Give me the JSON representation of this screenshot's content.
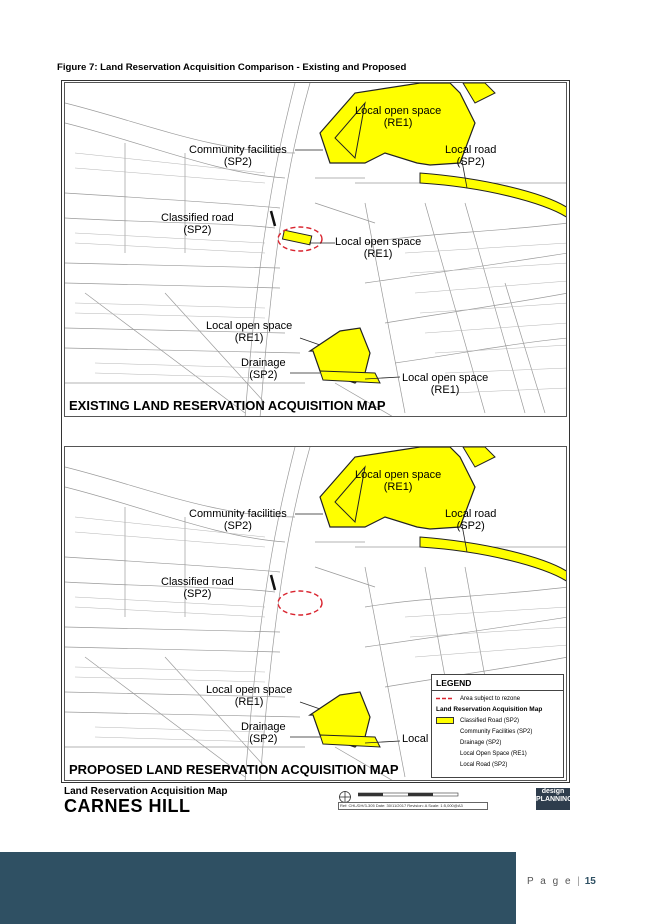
{
  "caption": "Figure 7: Land Reservation Acquisition Comparison - Existing and Proposed",
  "existing_map": {
    "title": "EXISTING LAND RESERVATION ACQUISITION MAP",
    "labels": {
      "local_open_space_top_1": "Local open space",
      "local_open_space_top_2": "(RE1)",
      "community_1": "Community facilities",
      "community_2": "(SP2)",
      "local_road_1": "Local road",
      "local_road_2": "(SP2)",
      "classified_road_1": "Classified road",
      "classified_road_2": "(SP2)",
      "local_open_space_mid_1": "Local open space",
      "local_open_space_mid_2": "(RE1)",
      "local_open_space_low_1": "Local open space",
      "local_open_space_low_2": "(RE1)",
      "drainage_1": "Drainage",
      "drainage_2": "(SP2)",
      "local_open_space_br_1": "Local open space",
      "local_open_space_br_2": "(RE1)"
    }
  },
  "proposed_map": {
    "title": "PROPOSED LAND RESERVATION ACQUISITION MAP",
    "labels": {
      "local_open_space_top_1": "Local open space",
      "local_open_space_top_2": "(RE1)",
      "community_1": "Community facilities",
      "community_2": "(SP2)",
      "local_road_1": "Local road",
      "local_road_2": "(SP2)",
      "classified_road_1": "Classified road",
      "classified_road_2": "(SP2)",
      "local_open_space_low_1": "Local open space",
      "local_open_space_low_2": "(RE1)",
      "drainage_1": "Drainage",
      "drainage_2": "(SP2)",
      "local_br": "Local"
    },
    "legend": {
      "title": "LEGEND",
      "rezone": "Area subject to rezone",
      "subtitle": "Land Reservation Acquisition Map",
      "items": [
        "Classified Road (SP2)",
        "Community Facilities (SP2)",
        "Drainage (SP2)",
        "Local Open Space (RE1)",
        "Local Road (SP2)"
      ]
    }
  },
  "title_block": {
    "subtitle": "Land Reservation Acquisition Map",
    "title": "CARNES HILL",
    "ref": "Ref: CHL/DH/3-305   Date: 30/11/2017   Revision: A   Scale: 1:5,000@A3",
    "brand": "design PLANNING"
  },
  "footer": {
    "page_label": "P a g e",
    "page_number": "15"
  },
  "colors": {
    "reservation": "#ffff00",
    "rezone": "#d9232e",
    "footer": "#2f5063"
  }
}
